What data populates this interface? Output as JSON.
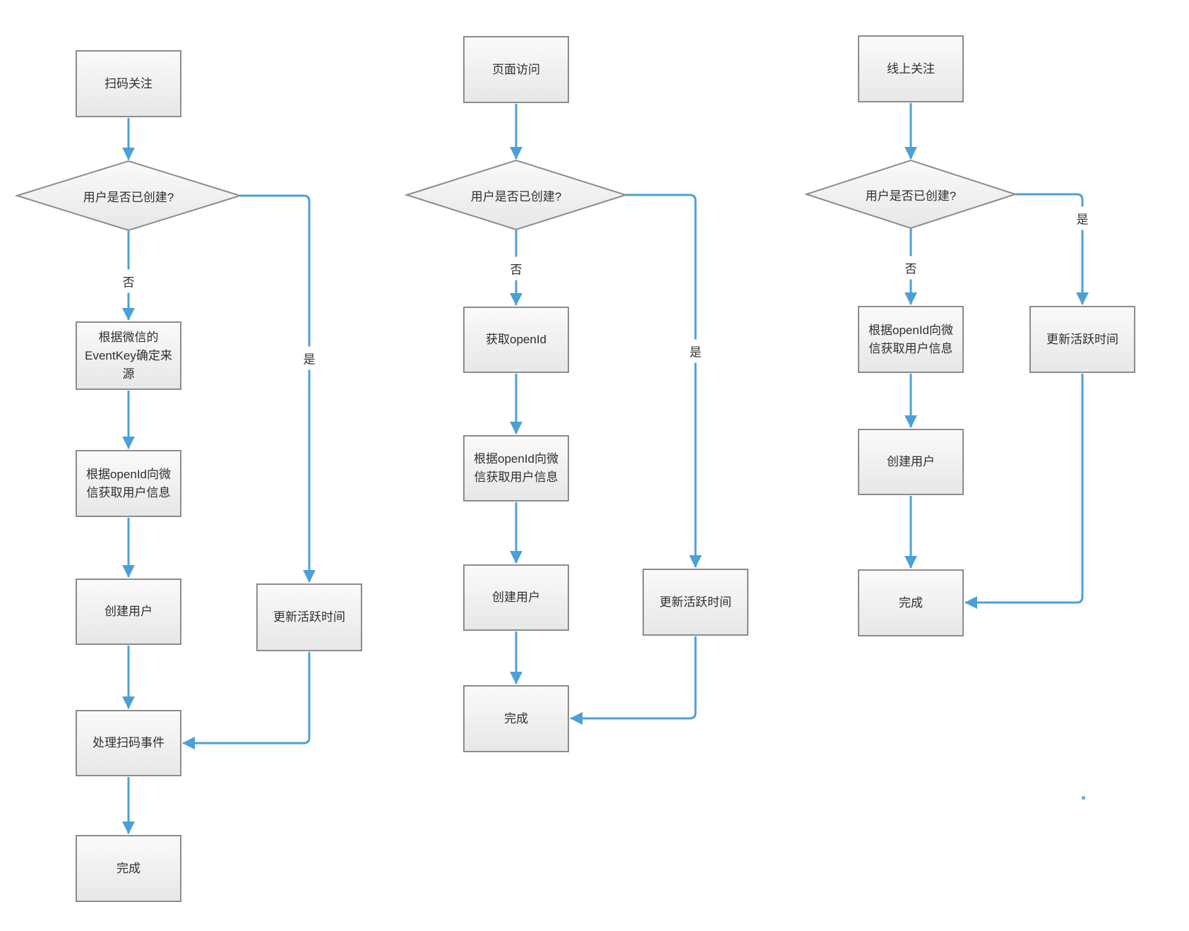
{
  "colors": {
    "line": "#4BA0D8",
    "box_border": "#8C8C8C",
    "text": "#2F2F2F",
    "box_fill_top": "#FAFAFA",
    "box_fill_bottom": "#E7E7E7"
  },
  "flowcharts": [
    {
      "nodes": [
        {
          "id": "start",
          "label": "扫码关注"
        },
        {
          "id": "decision",
          "label": "用户是否已创建?"
        },
        {
          "id": "eventkey-source",
          "label": "根据微信的EventKey确定来源"
        },
        {
          "id": "get-user-info",
          "label": "根据openId向微信获取用户信息"
        },
        {
          "id": "create-user",
          "label": "创建用户"
        },
        {
          "id": "handle-scan-event",
          "label": "处理扫码事件"
        },
        {
          "id": "done",
          "label": "完成"
        },
        {
          "id": "update-active-time",
          "label": "更新活跃时间"
        }
      ],
      "edge_labels": {
        "no": "否",
        "yes": "是"
      }
    },
    {
      "nodes": [
        {
          "id": "start",
          "label": "页面访问"
        },
        {
          "id": "decision",
          "label": "用户是否已创建?"
        },
        {
          "id": "get-openid",
          "label": "获取openId"
        },
        {
          "id": "get-user-info",
          "label": "根据openId向微信获取用户信息"
        },
        {
          "id": "create-user",
          "label": "创建用户"
        },
        {
          "id": "done",
          "label": "完成"
        },
        {
          "id": "update-active-time",
          "label": "更新活跃时间"
        }
      ],
      "edge_labels": {
        "no": "否",
        "yes": "是"
      }
    },
    {
      "nodes": [
        {
          "id": "start",
          "label": "线上关注"
        },
        {
          "id": "decision",
          "label": "用户是否已创建?"
        },
        {
          "id": "get-user-info",
          "label": "根据openId向微信获取用户信息"
        },
        {
          "id": "create-user",
          "label": "创建用户"
        },
        {
          "id": "done",
          "label": "完成"
        },
        {
          "id": "update-active-time",
          "label": "更新活跃时间"
        }
      ],
      "edge_labels": {
        "no": "否",
        "yes": "是"
      }
    }
  ]
}
